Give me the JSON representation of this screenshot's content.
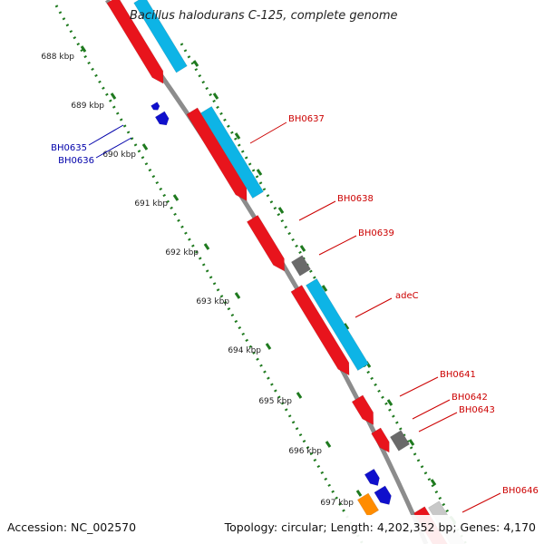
{
  "title": "Bacillus halodurans C-125, complete genome",
  "footer": {
    "accession": "Accession: NC_002570",
    "summary": "Topology: circular; Length: 4,202,352 bp; Genes: 4,170"
  },
  "colors": {
    "backbone": "#8c8c8c",
    "tick": "#1f7a1f",
    "forward_cds": "#e8141c",
    "reverse_cds": "#1010cc",
    "rna": "#0db4e6",
    "other": "#6a6a6a",
    "orange_gene": "#ff8c00",
    "grey_gene": "#c8c8c8",
    "label_red": "#cc0000",
    "label_blue": "#0000aa"
  },
  "scale_labels": [
    "688 kbp",
    "689 kbp",
    "690 kbp",
    "691 kbp",
    "692 kbp",
    "693 kbp",
    "694 kbp",
    "695 kbp",
    "696 kbp",
    "697 kbp"
  ],
  "gene_labels": {
    "left": [
      "BH0635",
      "BH0636"
    ],
    "right": [
      "BH0637",
      "BH0638",
      "BH0639",
      "adeC",
      "BH0641",
      "BH0642",
      "BH0643",
      "BH0646"
    ]
  }
}
